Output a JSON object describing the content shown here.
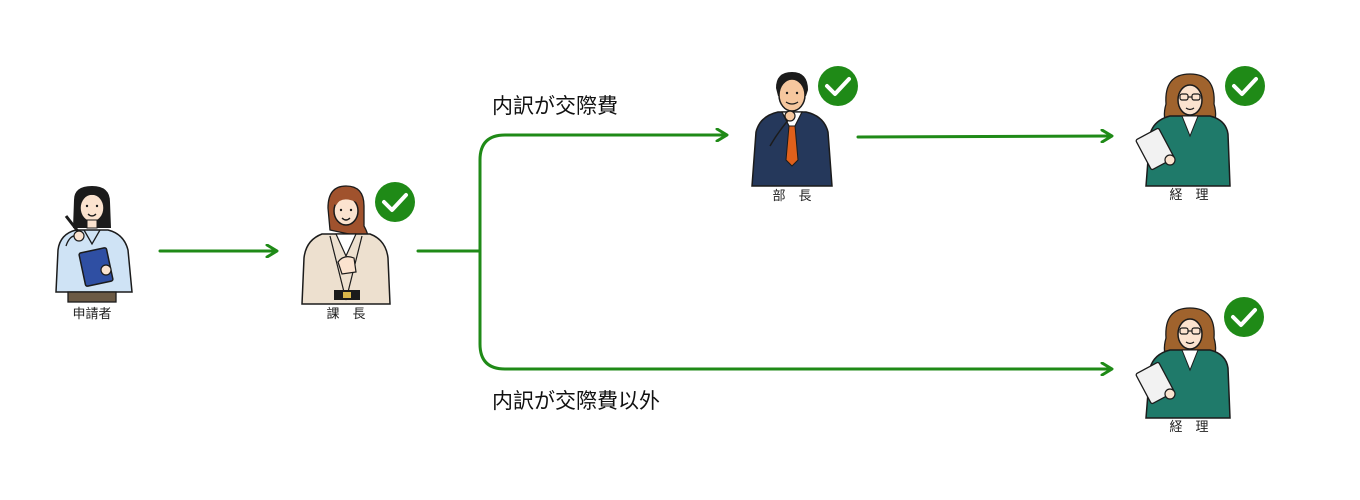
{
  "colors": {
    "flow_line": "#1f8a17",
    "check_badge": "#1f8a17",
    "check_mark": "#ffffff",
    "label_text": "#222222"
  },
  "nodes": {
    "applicant": {
      "label": "申請者",
      "figure": "woman-holding-pen-and-folder",
      "approved": false
    },
    "section_chief": {
      "label": "課　長",
      "figure": "woman-in-beige-jacket",
      "approved": true
    },
    "department_head": {
      "label": "部　長",
      "figure": "man-in-suit-thinking",
      "approved": true
    },
    "accounting_top": {
      "label": "経　理",
      "figure": "woman-with-glasses-holding-clipboard",
      "approved": true
    },
    "accounting_bottom": {
      "label": "経　理",
      "figure": "woman-with-glasses-holding-clipboard",
      "approved": true
    }
  },
  "branches": {
    "upper": {
      "label": "内訳が交際費"
    },
    "lower": {
      "label": "内訳が交際費以外"
    }
  },
  "icons": {
    "approval": "check-circle-icon",
    "flow": "arrow-right-icon"
  }
}
